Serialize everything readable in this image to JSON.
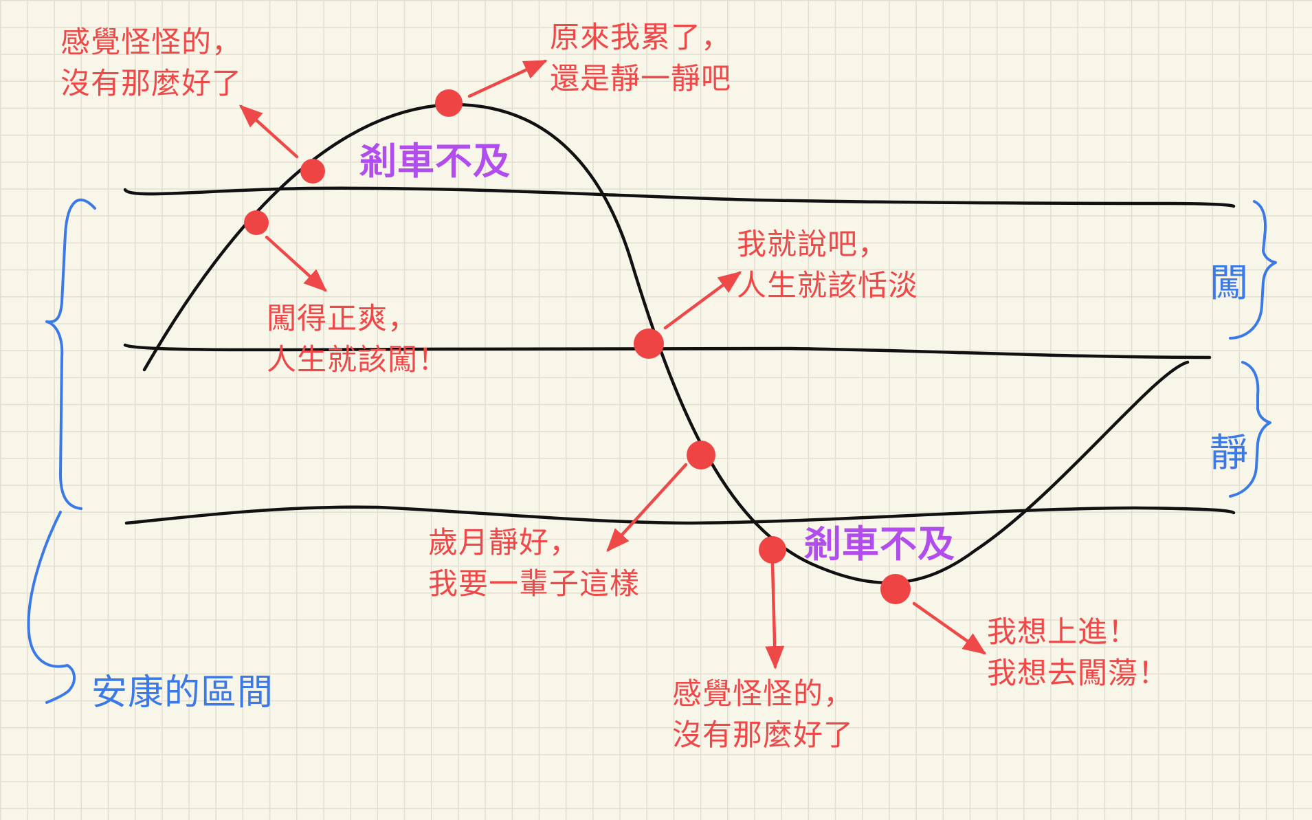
{
  "colors": {
    "paper": "#f8f6e9",
    "grid": "#e1dfd0",
    "ink": "#111111",
    "annotation_red": "#ee4848",
    "marker_red": "#ee4444",
    "overshoot_purple": "#b14ced",
    "brace_blue": "#3b78e8"
  },
  "annotations": {
    "top_left": {
      "line1": "感覺怪怪的，",
      "line2": "沒有那麼好了"
    },
    "top_peak": {
      "line1": "原來我累了，",
      "line2": "還是靜一靜吧"
    },
    "rising": {
      "line1": "闖得正爽，",
      "line2": "人生就該闖！"
    },
    "crossing": {
      "line1": "我就說吧，",
      "line2": "人生就該恬淡"
    },
    "falling": {
      "line1": "歲月靜好，",
      "line2": "我要一輩子這樣"
    },
    "bottom_left": {
      "line1": "感覺怪怪的，",
      "line2": "沒有那麼好了"
    },
    "bottom_trough": {
      "line1": "我想上進！",
      "line2": "我想去闖蕩！"
    }
  },
  "overshoot": {
    "top": "剎車不及",
    "bottom": "剎車不及"
  },
  "zones": {
    "upper": "闖",
    "lower": "靜",
    "healthy_range": "安康的區間"
  },
  "icons": [
    "arrow-icon",
    "marker-dot-icon",
    "curly-brace-icon"
  ]
}
